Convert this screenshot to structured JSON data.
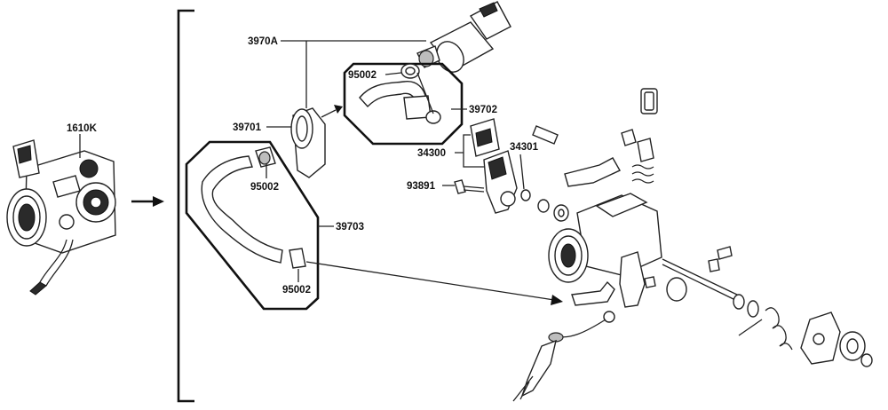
{
  "labels": {
    "assembly": "1610K",
    "bypass_valve": "3970A",
    "valve_holder": "39701",
    "hose_kit_top": "39702",
    "hose_kit_bottom": "39703",
    "clip_top": "95002",
    "clip_mid": "95002",
    "clip_bottom": "95002",
    "sensor": "34300",
    "oring": "34301",
    "screw": "93891"
  },
  "colors": {
    "ink": "#111111",
    "background": "#ffffff"
  },
  "icons": {
    "pointer": "arrow-right-icon"
  }
}
